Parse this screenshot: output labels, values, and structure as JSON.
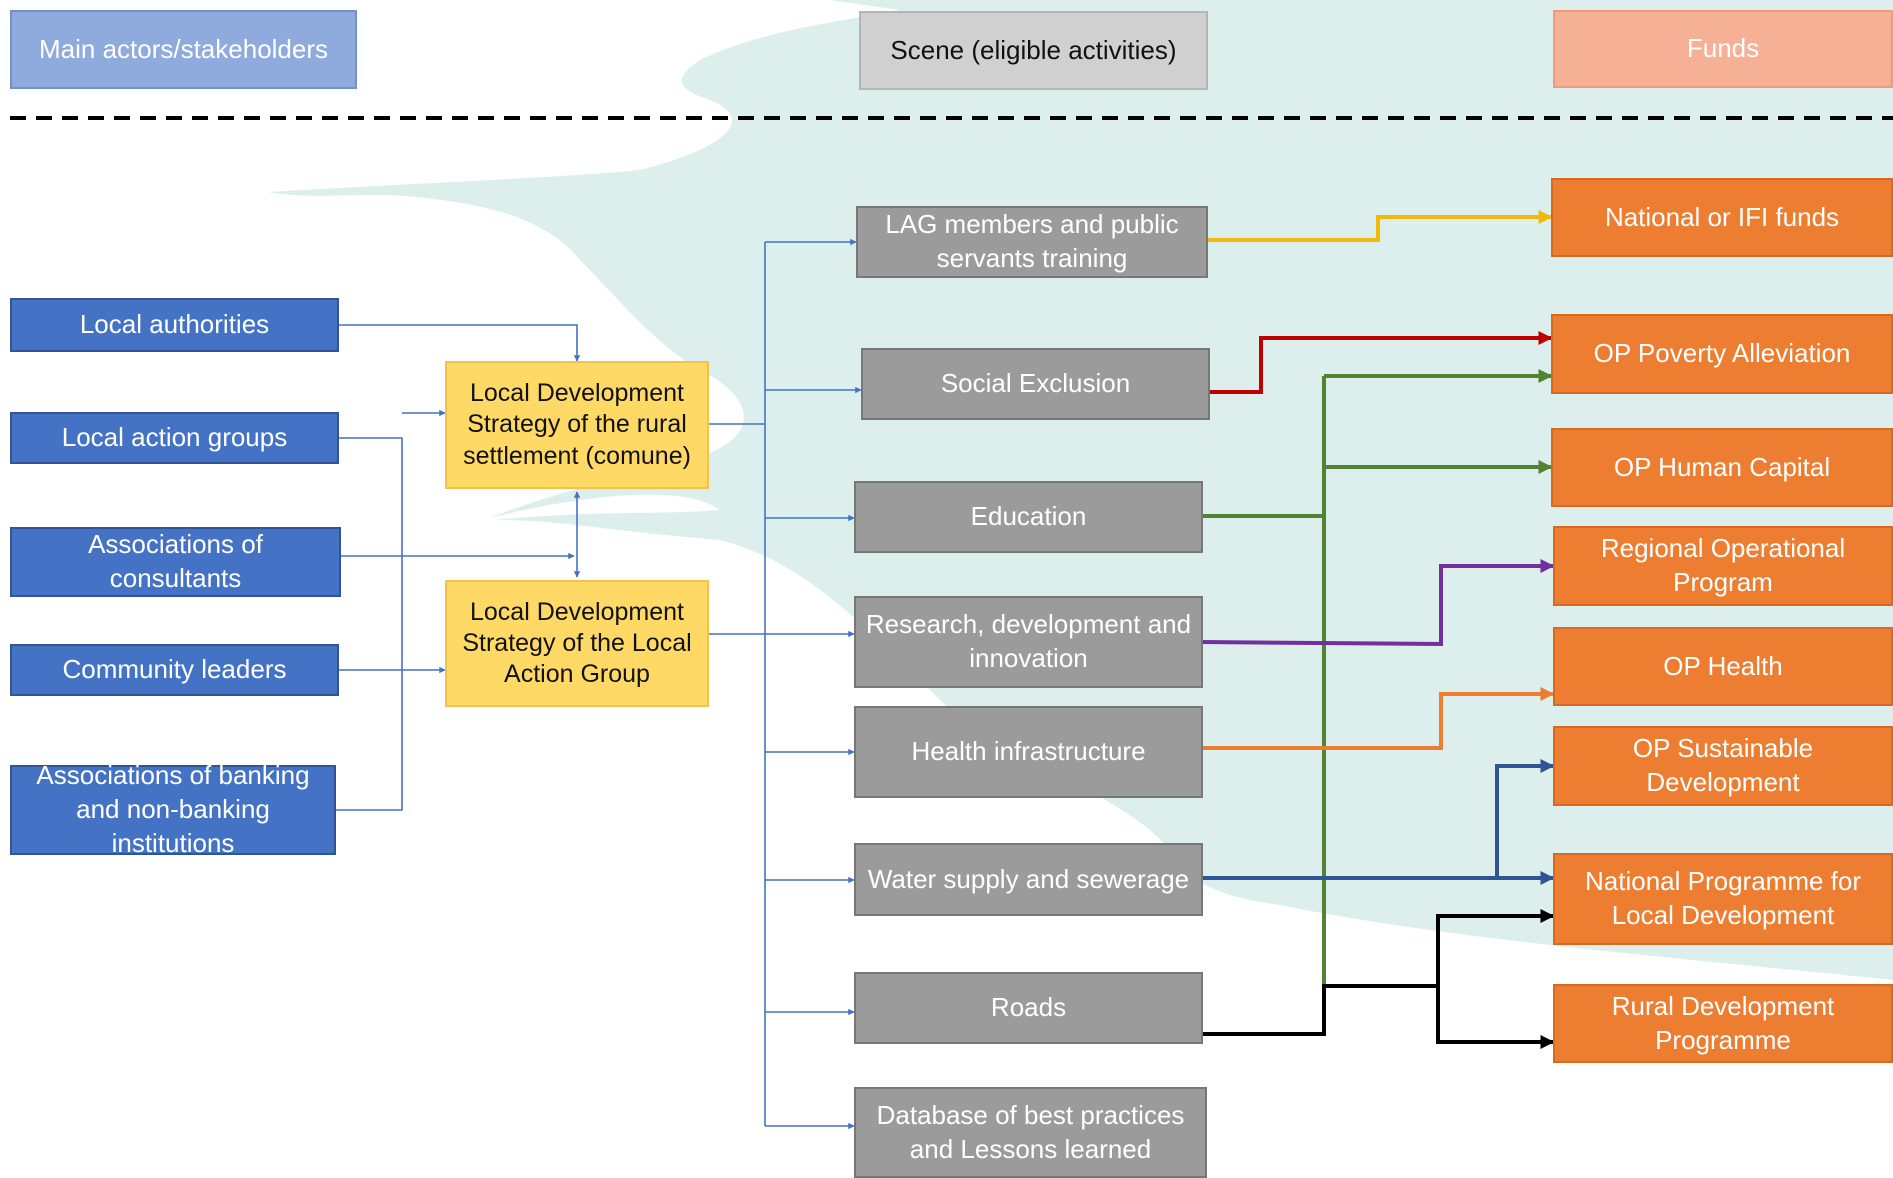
{
  "headers": {
    "actors": "Main actors/stakeholders",
    "scene": "Scene (eligible activities)",
    "funds": "Funds"
  },
  "actors": [
    "Local authorities",
    "Local action groups",
    "Associations of consultants",
    "Community leaders",
    "Associations of banking and non-banking institutions"
  ],
  "strategies": [
    "Local Development Strategy of the rural settlement (comune)",
    "Local Development Strategy of the Local Action Group"
  ],
  "activities": [
    "LAG members and public servants training",
    "Social Exclusion",
    "Education",
    "Research, development and innovation",
    "Health infrastructure",
    "Water supply and sewerage",
    "Roads",
    "Database of best practices and Lessons learned"
  ],
  "funds": [
    "National or IFI funds",
    "OP Poverty Alleviation",
    "OP Human Capital",
    "Regional Operational Program",
    "OP Health",
    "OP  Sustainable Development",
    "National Programme for Local Development",
    "Rural Development Programme"
  ],
  "colors": {
    "connector_blue": "#4472c4",
    "line_yellow": "#f2b90c",
    "line_red": "#c00000",
    "line_green": "#548235",
    "line_purple": "#7030a0",
    "line_orange": "#ed7d31",
    "line_dark_blue": "#2f5597",
    "line_black": "#000000",
    "background_shape": "#dcefed"
  }
}
